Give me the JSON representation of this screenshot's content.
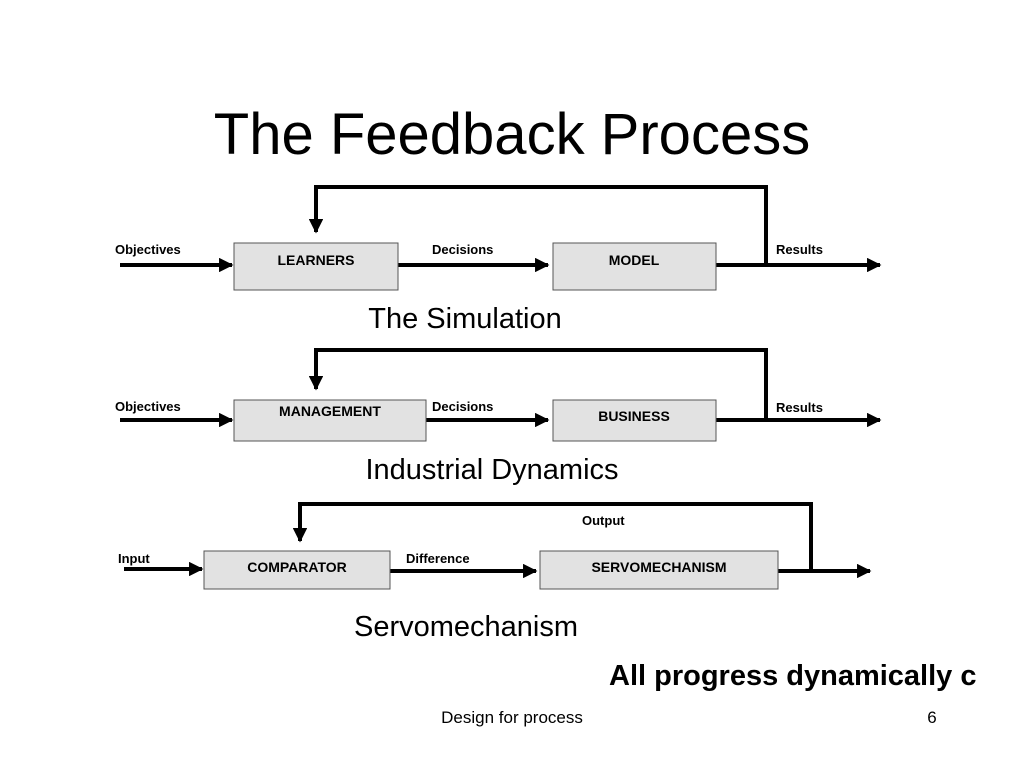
{
  "slide": {
    "title": "The Feedback Process",
    "callout": "All progress dynamically c",
    "footer": "Design for process",
    "page_number": "6"
  },
  "diagrams": [
    {
      "caption": "The Simulation",
      "input_label": "Objectives",
      "box1": "LEARNERS",
      "middle_label": "Decisions",
      "box2": "MODEL",
      "output_label": "Results"
    },
    {
      "caption": "Industrial Dynamics",
      "input_label": "Objectives",
      "box1": "MANAGEMENT",
      "middle_label": "Decisions",
      "box2": "BUSINESS",
      "output_label": "Results"
    },
    {
      "caption": "Servomechanism",
      "input_label": "Input",
      "box1": "COMPARATOR",
      "middle_label": "Difference",
      "box2": "SERVOMECHANISM",
      "output_label": "Output"
    }
  ],
  "colors": {
    "box_fill": "#e2e2e2",
    "box_border": "#555555",
    "lines": "#000000"
  }
}
